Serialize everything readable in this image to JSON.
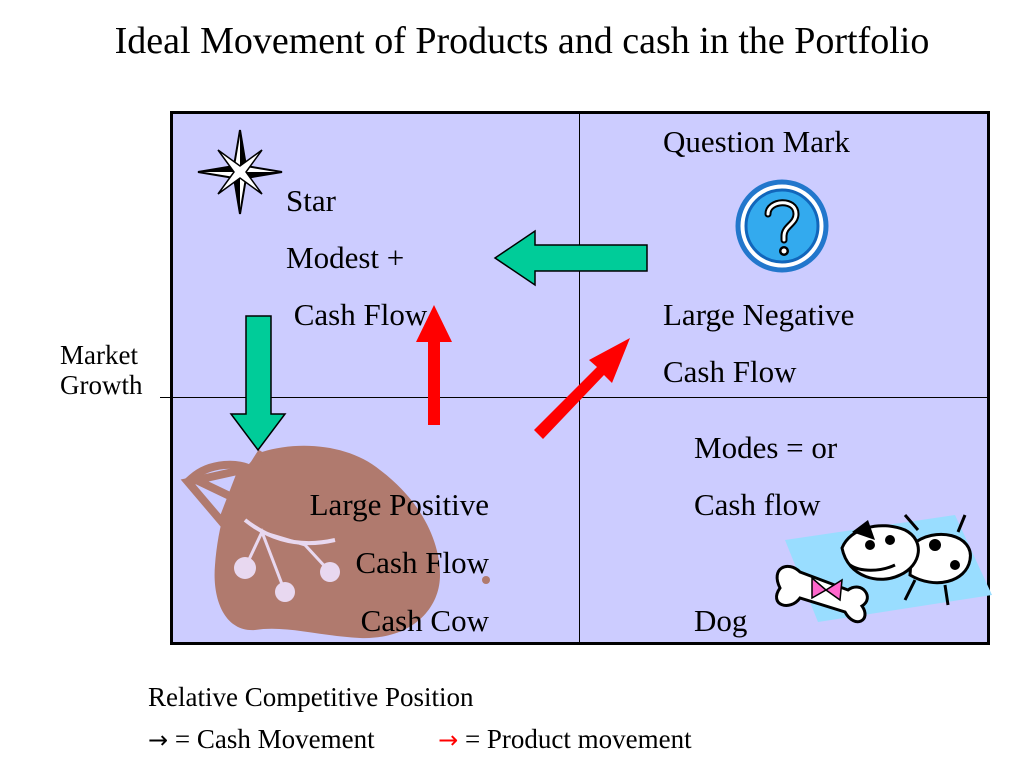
{
  "title": "Ideal Movement of Products and cash in the Portfolio",
  "y_axis_label": [
    "Market",
    "Growth"
  ],
  "x_axis_label": "Relative Competitive Position",
  "quadrants": {
    "star": {
      "lines": [
        "Star",
        "Modest +",
        " Cash Flow"
      ],
      "icon": "compass-star-icon"
    },
    "question_mark": {
      "lines": [
        "Question Mark",
        "Large Negative",
        "Cash Flow"
      ],
      "icon": "question-mark-badge-icon"
    },
    "cash_cow": {
      "lines": [
        "Large Positive",
        "Cash Flow",
        "Cash Cow"
      ],
      "icon": "cow-clipart-icon"
    },
    "dog": {
      "lines": [
        "Modes = or",
        "Cash flow",
        "Dog"
      ],
      "icon": "dog-with-bone-clipart-icon"
    }
  },
  "arrows": {
    "cash_movement": {
      "color": "#00cc99",
      "paths": [
        "question_mark->star",
        "star->cash_cow"
      ]
    },
    "product_movement": {
      "color": "#ff0000",
      "paths": [
        "cash_cow->star",
        "cash_cow->question_mark"
      ]
    }
  },
  "legend": {
    "symbol": "→",
    "cash_label": "= Cash Movement",
    "product_label": "= Product movement",
    "cash_symbol_color": "#000000",
    "product_symbol_color": "#ff0000"
  }
}
